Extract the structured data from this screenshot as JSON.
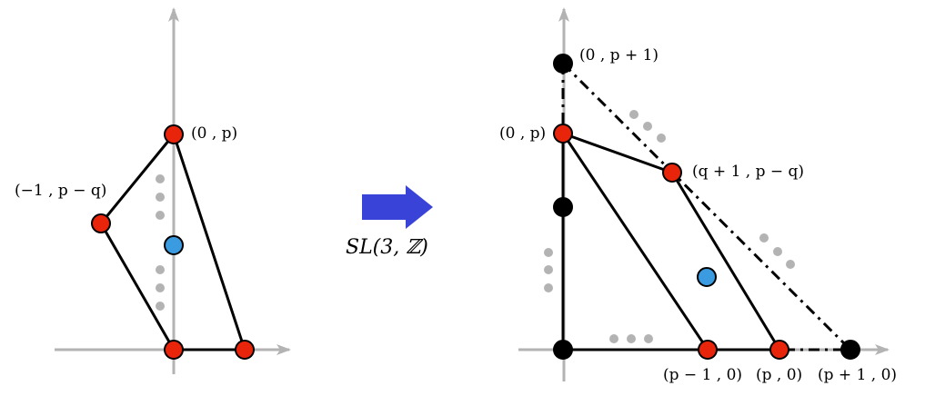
{
  "left_diagram": {
    "labels": {
      "top": "(0 , p)",
      "left": "(−1 , p − q)"
    }
  },
  "transform": {
    "label": "SL(3, ℤ)"
  },
  "right_diagram": {
    "labels": {
      "top": "(0 , p + 1)",
      "upper_left": "(0 , p)",
      "middle": "(q + 1 , p − q)",
      "bottom_1": "(p − 1 , 0)",
      "bottom_2": "(p , 0)",
      "bottom_3": "(p + 1 , 0)"
    }
  },
  "colors": {
    "axis": "#b3b3b3",
    "red_point": "#e8250a",
    "blue_point": "#3a9be0",
    "black_point": "#000000",
    "ellipsis_dot": "#b3b3b3",
    "arrow": "#3a43d8"
  }
}
